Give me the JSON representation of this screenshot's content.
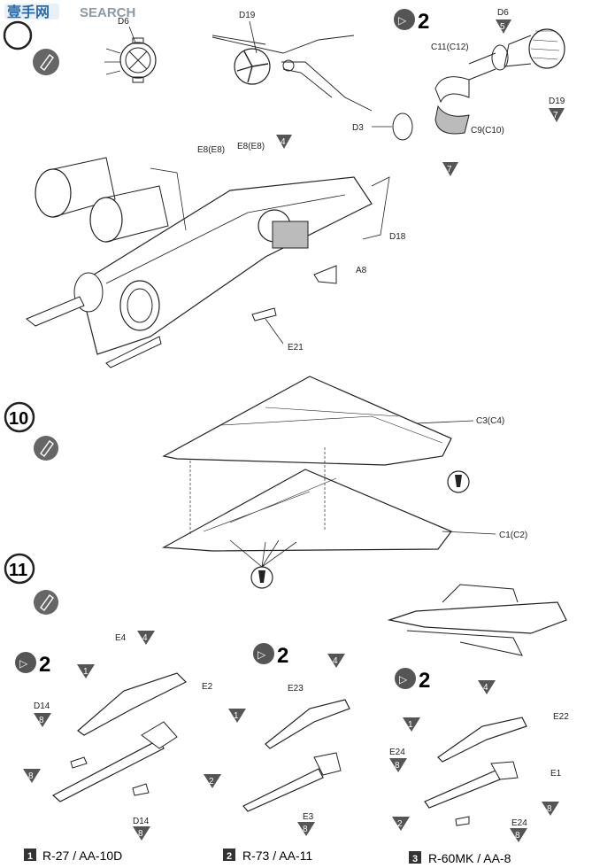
{
  "watermark": {
    "text": "SEARCH",
    "logo_text": "壹手网"
  },
  "steps": [
    {
      "number": "10"
    },
    {
      "number": "11"
    }
  ],
  "mirror_count": "2",
  "parts": {
    "d6_top": "D6",
    "d19_top": "D19",
    "d6_right": "D6",
    "c11": "C11(C12)",
    "d19_right": "D19",
    "d3": "D3",
    "c9": "C9(C10)",
    "e8a": "E8(E8)",
    "e8b": "E8(E8)",
    "d18": "D18",
    "a8": "A8",
    "e21": "E21",
    "c3": "C3(C4)",
    "c1": "C1(C2)",
    "e4": "E4",
    "e2": "E2",
    "d14a": "D14",
    "d14b": "D14",
    "e23": "E23",
    "e3": "E3",
    "e22": "E22",
    "e1": "E1",
    "e24a": "E24",
    "e24b": "E24"
  },
  "badges": {
    "n5": "5",
    "n7a": "7",
    "n7b": "7",
    "n4a": "4",
    "n1a": "1",
    "n4b": "4",
    "n8a": "8",
    "n8b": "8",
    "n8c": "8",
    "n4c": "4",
    "n1b": "1",
    "n2a": "2",
    "n8d": "8",
    "n4d": "4",
    "n1c": "1",
    "n8e": "8",
    "n8f": "8",
    "n2b": "2",
    "n8g": "8"
  },
  "missiles": [
    {
      "index": "1",
      "name": "R-27 / AA-10D"
    },
    {
      "index": "2",
      "name": "R-73 / AA-11"
    },
    {
      "index": "3",
      "name": "R-60MK / AA-8"
    }
  ]
}
